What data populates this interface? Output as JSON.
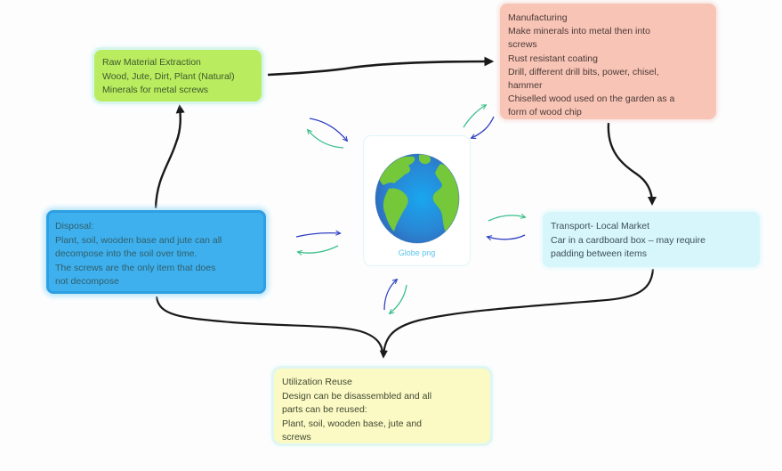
{
  "diagram": {
    "title": "Product life cycle",
    "colors": {
      "raw": "#b9ec5e",
      "manufacturing": "#f8c4b6",
      "disposal": "#3fb0ee",
      "transport": "#d6f6fb",
      "utilization": "#fbf9c4",
      "flow_arrow": "#1a1a1a",
      "cycle_blue": "#2e3fc2",
      "cycle_green": "#3cbf8a",
      "globe_ocean": "#2e86d8",
      "globe_land": "#72c93a"
    },
    "nodes": {
      "raw": {
        "lines": [
          "Raw Material Extraction",
          "Wood, Jute, Dirt, Plant (Natural)",
          "Minerals for metal screws"
        ]
      },
      "manufacturing": {
        "lines": [
          "Manufacturing",
          "Make minerals into metal then into",
          "screws",
          "Rust resistant coating",
          "Drill, different drill bits, power, chisel,",
          "hammer",
          "Chiselled wood used on the garden as a",
          "form of wood chip"
        ]
      },
      "transport": {
        "lines": [
          "Transport- Local Market",
          "Car in a cardboard box – may require",
          "padding between items"
        ]
      },
      "utilization": {
        "lines": [
          "Utilization Reuse",
          "Design can be disassembled and all",
          "parts can be reused:",
          "Plant, soil, wooden base, jute and",
          "screws"
        ]
      },
      "disposal": {
        "lines": [
          "Disposal:",
          "Plant, soil, wooden base and jute can all",
          "decompose into the soil over time.",
          "The screws are the only item that does",
          "not decompose"
        ]
      }
    },
    "center": {
      "icon": "globe-icon",
      "caption": "Globe png"
    },
    "edges": [
      {
        "from": "raw",
        "to": "manufacturing"
      },
      {
        "from": "manufacturing",
        "to": "transport"
      },
      {
        "from": "transport",
        "to": "utilization"
      },
      {
        "from": "disposal",
        "to": "utilization"
      },
      {
        "from": "disposal",
        "to": "raw"
      }
    ]
  }
}
